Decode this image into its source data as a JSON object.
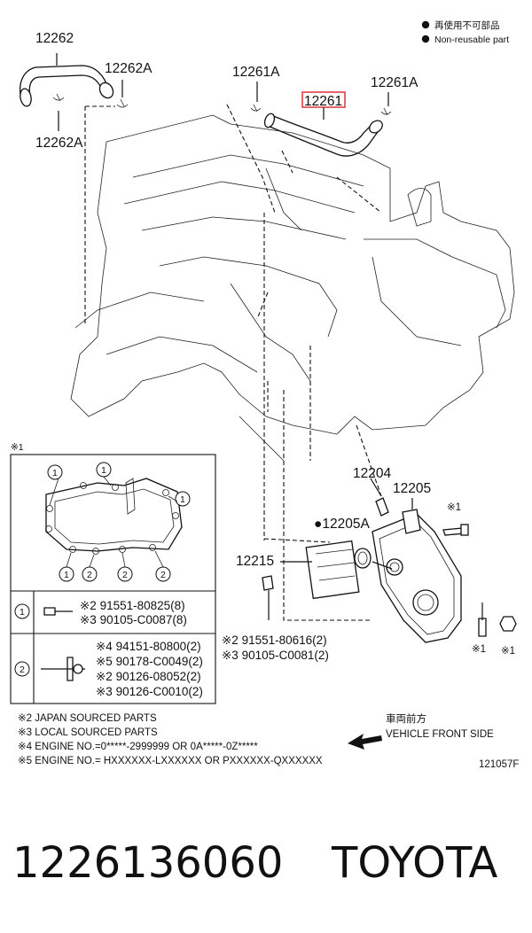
{
  "legend": {
    "line1": "再使用不可部品",
    "line2": "Non-reusable part"
  },
  "callouts": {
    "c12262": "12262",
    "c12262a_top": "12262A",
    "c12262a_left": "12262A",
    "c12261a_left": "12261A",
    "c12261_highlight": "12261",
    "c12261a_right": "12261A",
    "c12204": "12204",
    "c12205": "12205",
    "c12205a": "●12205A",
    "c12215": "12215",
    "c_star1_top": "※1",
    "c_star1_b1": "※1",
    "c_star1_b2": "※1"
  },
  "inset": {
    "tag": "※1",
    "row1_marker": "1",
    "row1_lines": [
      "※2 91551-80825(8)",
      "※3 90105-C0087(8)"
    ],
    "row2_marker": "2",
    "row2_lines": [
      "※4 94151-80800(2)",
      "※5 90178-C0049(2)",
      "※2 90126-08052(2)",
      "※3 90126-C0010(2)"
    ],
    "gasket_marker_1": "1",
    "gasket_marker_2": "2"
  },
  "bolt_callouts": [
    "※2 91551-80616(2)",
    "※3 90105-C0081(2)"
  ],
  "notes": [
    "※2 JAPAN SOURCED PARTS",
    "※3 LOCAL SOURCED PARTS",
    "※4 ENGINE NO.=0*****-2999999 OR 0A*****-0Z*****",
    "※5 ENGINE NO.= HXXXXXX-LXXXXXX OR PXXXXXX-QXXXXXX"
  ],
  "direction": {
    "jp": "車両前方",
    "en": "VEHICLE FRONT SIDE"
  },
  "figure_id": "121057F",
  "footer": {
    "part_number": "1226136060",
    "brand": "TOYOTA"
  },
  "colors": {
    "highlight": "#d9232d",
    "ink": "#111111"
  }
}
